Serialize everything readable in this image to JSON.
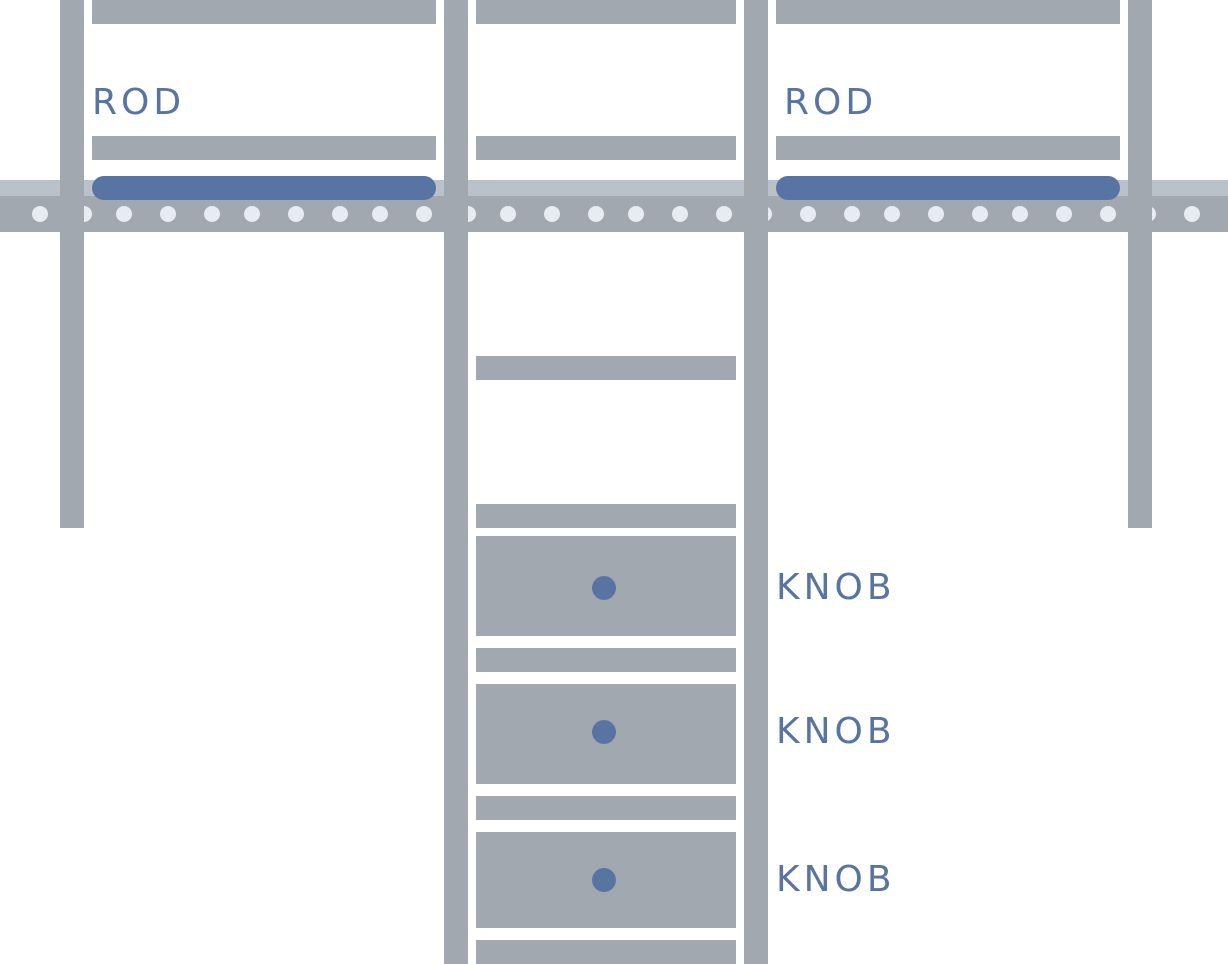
{
  "colors": {
    "panel": "#a2a8b0",
    "rail_back": "#b9c2cb",
    "accent": "#5874a3",
    "hole": "#e7ebf2",
    "background": "#ffffff"
  },
  "labels": {
    "rod_left": "ROD",
    "rod_right": "ROD",
    "knob_1": "KNOB",
    "knob_2": "KNOB",
    "knob_3": "KNOB"
  }
}
